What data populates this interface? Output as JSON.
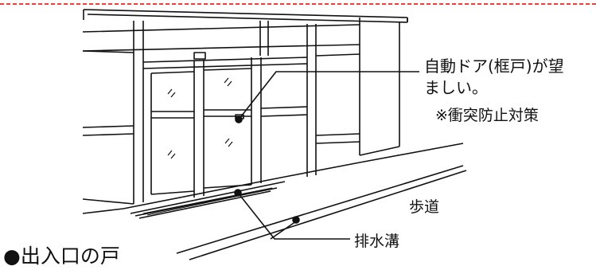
{
  "labels": {
    "door_line1": "自動ドア(框戸)が望",
    "door_line2": "ましい。",
    "note": "※衝突防止対策",
    "sidewalk": "歩道",
    "drain": "排水溝",
    "title": "●出入口の戸"
  },
  "colors": {
    "top_border": "#e8413a",
    "line": "#111111",
    "background": "#ffffff"
  }
}
